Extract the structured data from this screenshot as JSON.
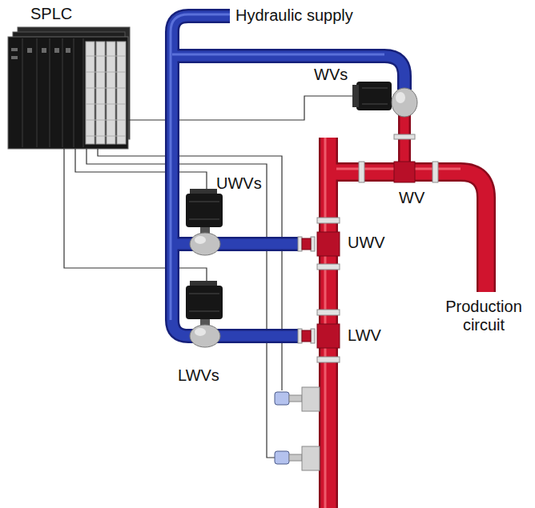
{
  "diagram": {
    "labels": [
      "SPLC",
      "Hydraulic supply",
      "WVs",
      "UWVs",
      "WV",
      "UWV",
      "LWV",
      "LWVs",
      "Production circuit"
    ]
  }
}
